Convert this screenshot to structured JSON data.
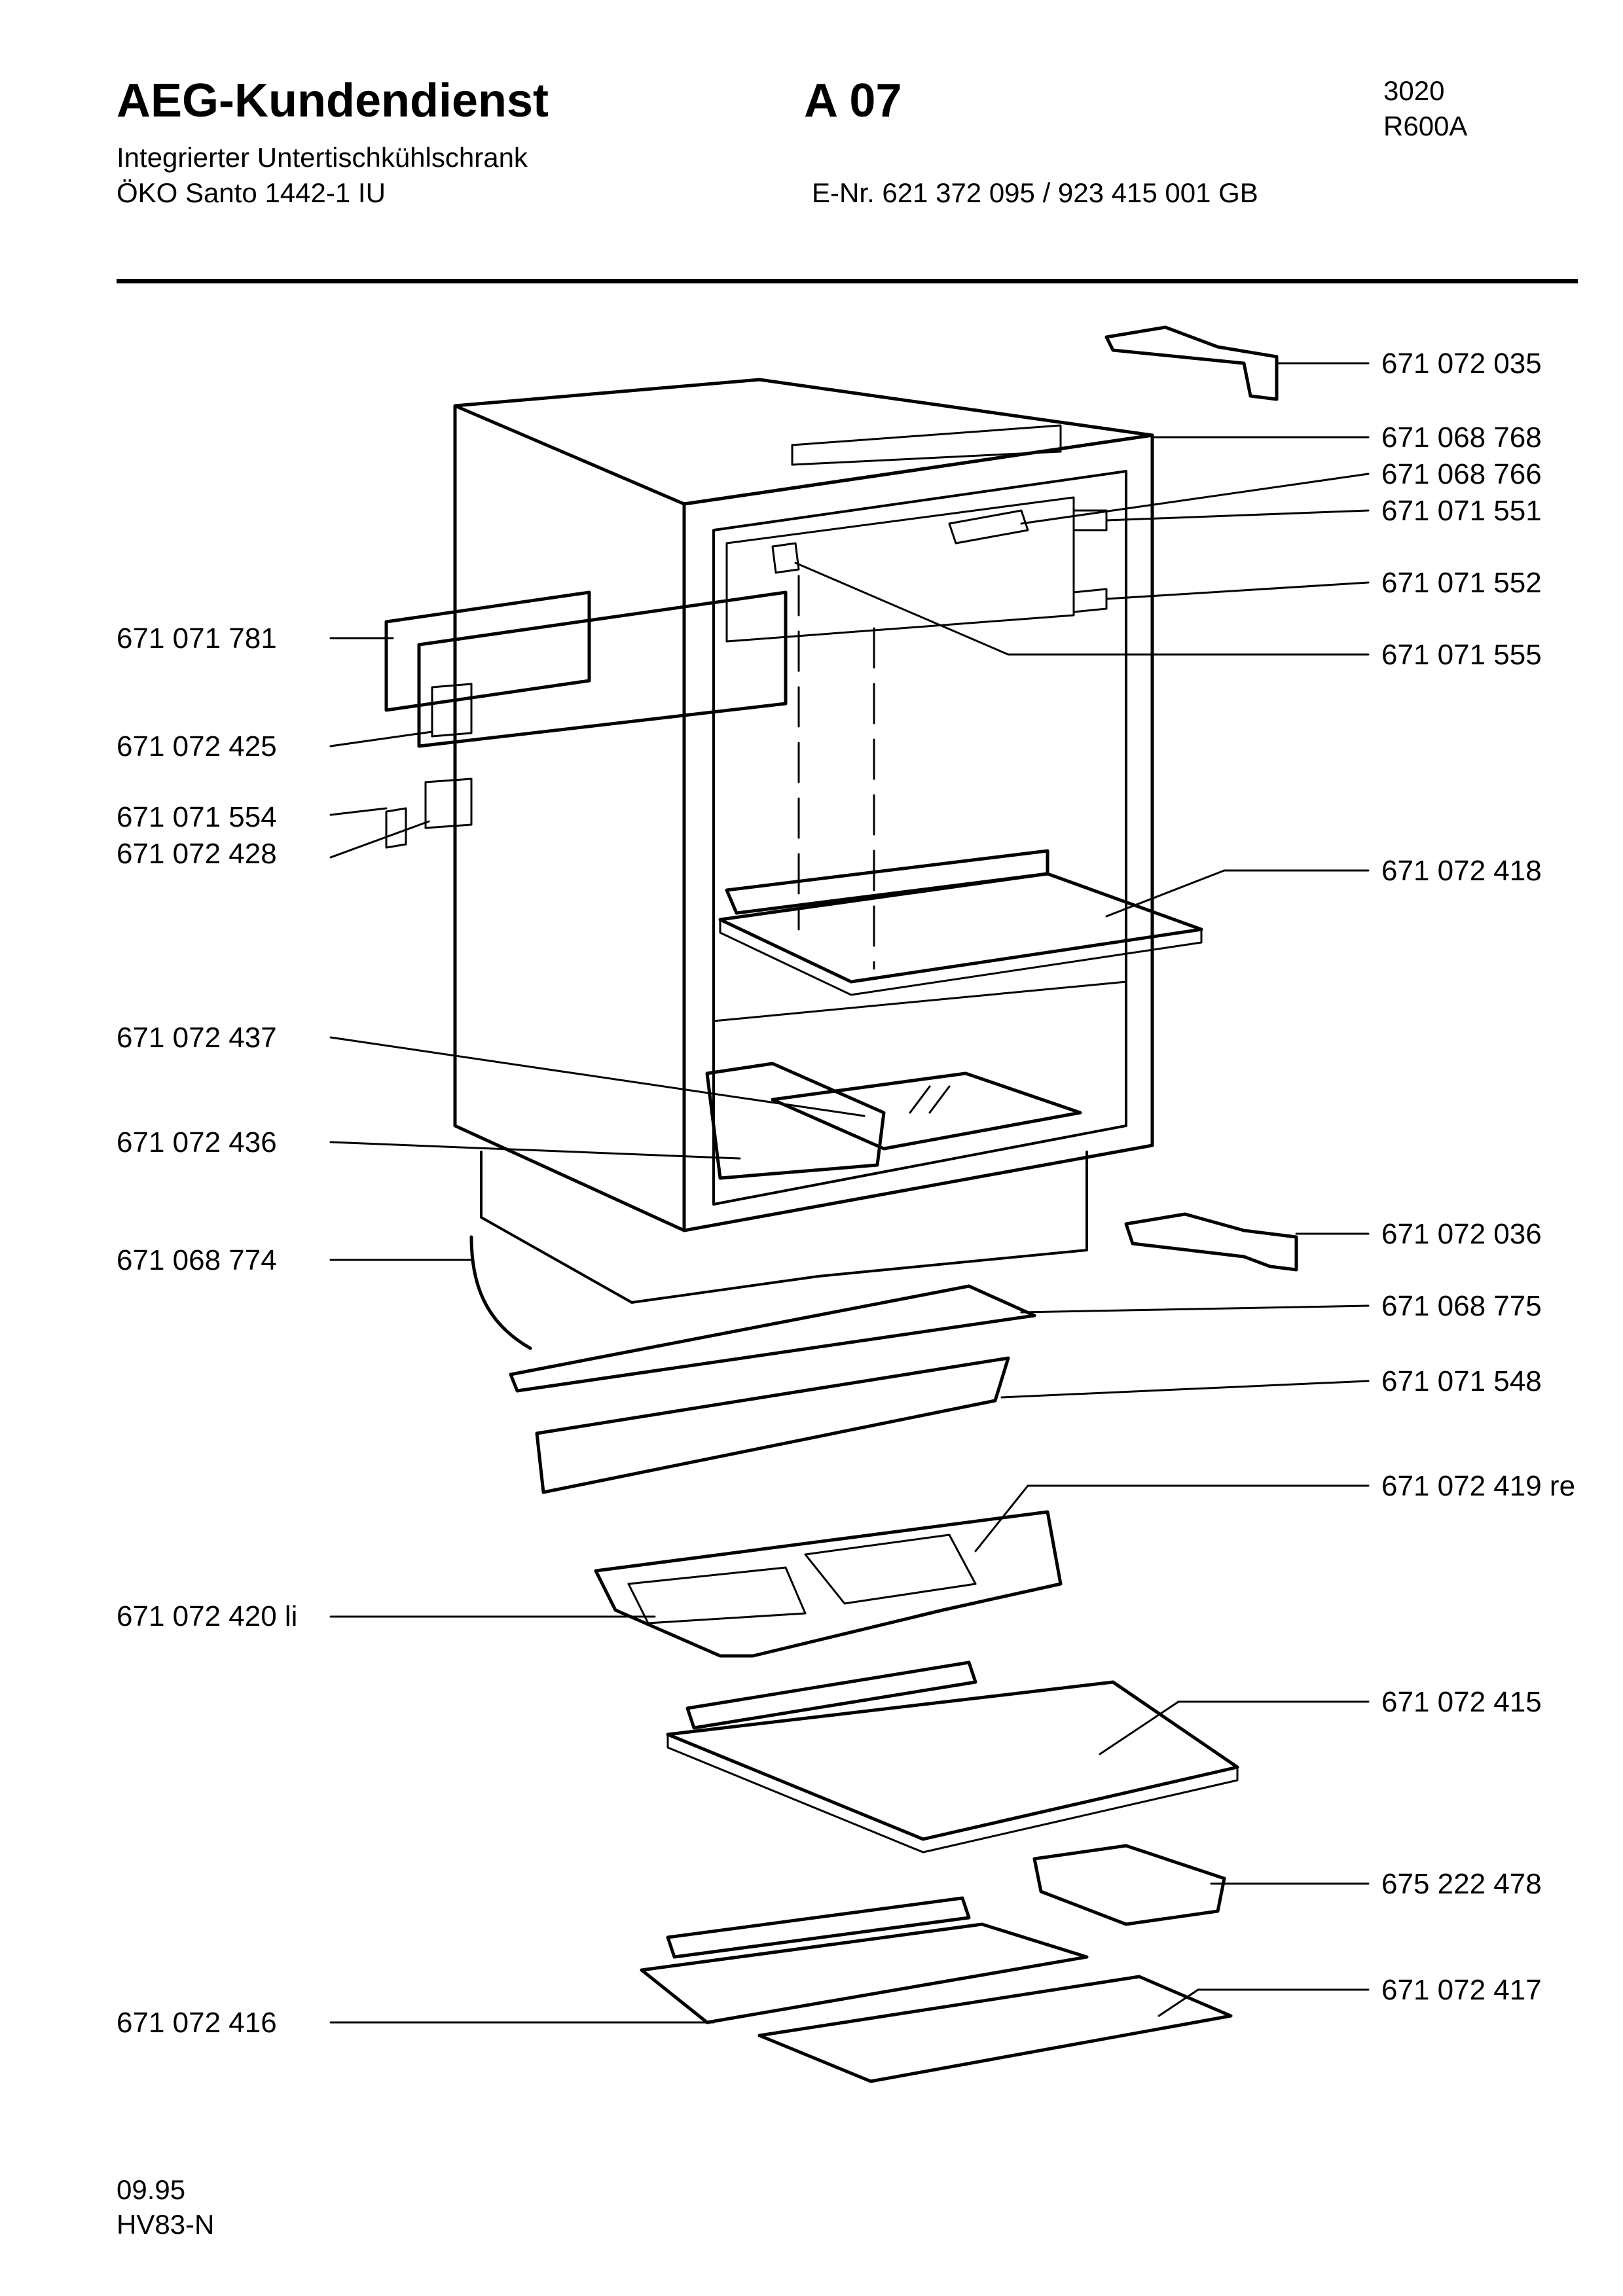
{
  "header": {
    "brand": "AEG-Kundendienst",
    "code": "A 07",
    "ref1": "3020",
    "ref2": "R600A",
    "subtitle1": "Integrierter Untertischkühlschrank",
    "subtitle2": "ÖKO Santo 1442-1 IU",
    "enr": "E-Nr. 621 372 095 / 923 415 001 GB"
  },
  "parts_left": [
    "671 071 781",
    "671 072 425",
    "671 071 554",
    "671 072 428",
    "671 072 437",
    "671 072 436",
    "671 068 774",
    "671 072 420 li",
    "671 072 416"
  ],
  "parts_right": [
    "671 072 035",
    "671 068 768",
    "671 068 766",
    "671 071 551",
    "671 071 552",
    "671 071 555",
    "671 072 418",
    "671 072 036",
    "671 068 775",
    "671 071 548",
    "671 072 419 re",
    "671 072 415",
    "675 222 478",
    "671 072 417"
  ],
  "footer": {
    "date": "09.95",
    "ref": "HV83-N"
  }
}
